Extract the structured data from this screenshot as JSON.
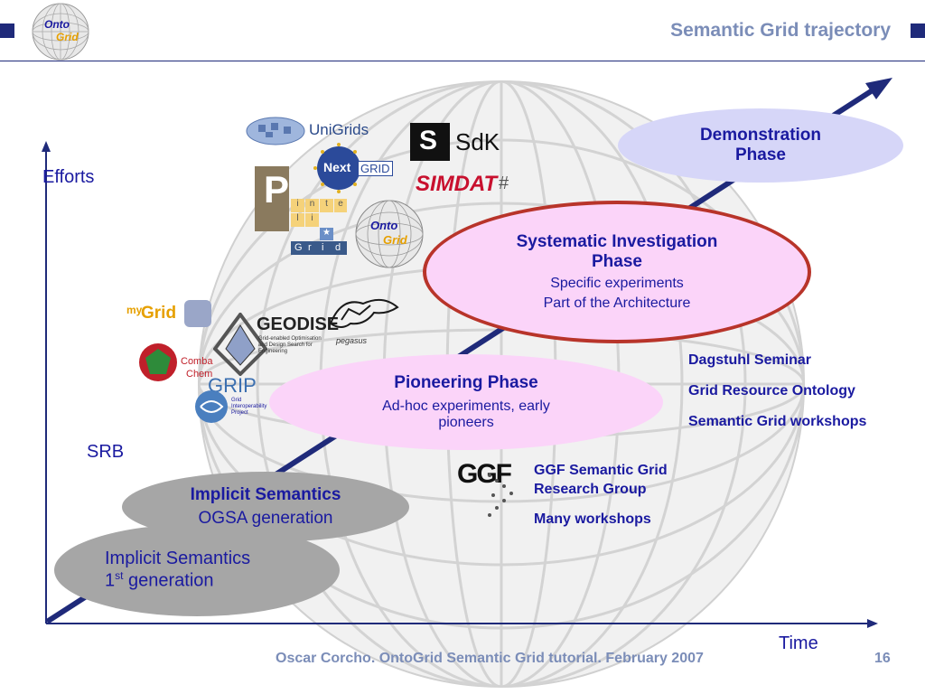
{
  "header": {
    "title": "Semantic Grid trajectory",
    "logo_text_top": "Onto",
    "logo_text_bottom": "Grid"
  },
  "axes": {
    "y_label": "Efforts",
    "x_label": "Time",
    "srb_label": "SRB"
  },
  "phases": {
    "demonstration": {
      "title": "Demonstration Phase"
    },
    "systematic": {
      "title": "Systematic Investigation Phase",
      "line1": "Specific experiments",
      "line2": "Part of the Architecture"
    },
    "pioneering": {
      "title": "Pioneering Phase",
      "line1": "Ad-hoc experiments, early pioneers"
    },
    "implicit2": {
      "title": "Implicit Semantics",
      "subtitle": "OGSA generation"
    },
    "implicit1": {
      "title": "Implicit Semantics",
      "gen_num": "1",
      "gen_sup": "st",
      "gen_rest": " generation"
    }
  },
  "side_notes": {
    "dagstuhl": "Dagstuhl Seminar",
    "ontology": "Grid Resource Ontology",
    "workshops": "Semantic Grid workshops",
    "ggf_group": "GGF Semantic Grid Research Group",
    "many_workshops": "Many workshops"
  },
  "logos": {
    "unigrids": "UniGrids",
    "nextgrid_a": "Next",
    "nextgrid_b": "GRID",
    "sdk": "SdK",
    "simdat": "SIMDAT",
    "mygrid_a": "my",
    "mygrid_b": "Grid",
    "geodise": "GEODISE",
    "geodise_sub": "Grid-enabled Optimisation and Design Search for Engineering",
    "comba": "Comba",
    "chem": "Chem",
    "grip": "GRIP",
    "grip_sub": "Grid Interoperability Project",
    "pegasus": "pegasus",
    "ggf": "GGF",
    "interop": [
      "i",
      "n",
      "t",
      "e",
      "l",
      "i",
      "★",
      "G",
      "r",
      "i",
      "d"
    ]
  },
  "footer": {
    "text": "Oscar Corcho. OntoGrid Semantic Grid tutorial. February 2007",
    "page": "16"
  },
  "colors": {
    "navy": "#1a1aa0",
    "pink": "#fbd4f9",
    "lavender": "#d6d6f8",
    "gray": "#a6a6a6",
    "red_border": "#c0392b"
  }
}
